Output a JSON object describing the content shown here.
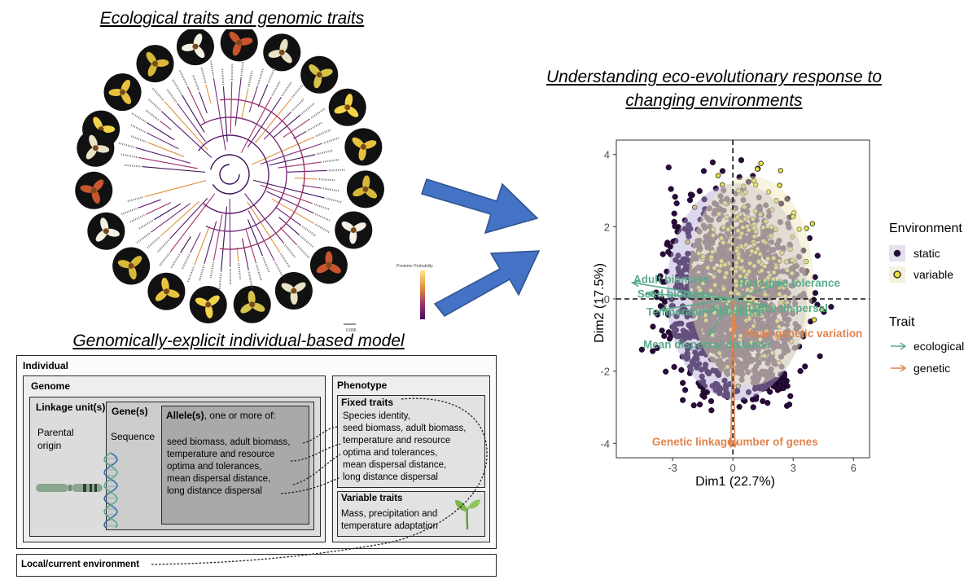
{
  "titles": {
    "ecological": "Ecological traits and genomic traits",
    "ibm": "Genomically-explicit individual-based model",
    "understanding": "Understanding eco-evolutionary response to changing environments"
  },
  "phylogeny": {
    "legend_title": "Posterior Probability",
    "scale_label": "0.006",
    "legend_colors": [
      "#fde68a",
      "#e0913a",
      "#a0306b",
      "#3b0f5a"
    ]
  },
  "model": {
    "individual": "Individual",
    "genome": "Genome",
    "linkage": "Linkage unit(s)",
    "parental": [
      "Parental",
      "origin"
    ],
    "gene": "Gene(s)",
    "sequence": "Sequence",
    "allele_bold": "Allele(s)",
    "allele_rest": ", one or more of:",
    "allele_lines": [
      "seed biomass, adult biomass,",
      "temperature and resource",
      "optima and tolerances,",
      "mean dispersal distance,",
      "long distance dispersal"
    ],
    "phenotype": "Phenotype",
    "fixed_traits": "Fixed traits",
    "fixed_lines": [
      "Species identity,",
      "seed biomass, adult biomass,",
      "temperature and resource",
      "optima and tolerances,",
      "mean dispersal distance,",
      "long distance dispersal"
    ],
    "variable_traits": "Variable traits",
    "variable_lines": [
      "Mass, precipitation and",
      "temperature adaptation"
    ],
    "environment": "Local/current environment"
  },
  "chart_data": {
    "type": "scatter",
    "xlabel": "Dim1 (22.7%)",
    "ylabel": "Dim2 (17.5%)",
    "xlim": [
      -5.8,
      6.8
    ],
    "ylim": [
      -4.4,
      4.4
    ],
    "xticks": [
      -3,
      0,
      3,
      6
    ],
    "yticks": [
      -4,
      -2,
      0,
      2,
      4
    ],
    "legend_position": "right",
    "legend": {
      "environment_title": "Environment",
      "environment_items": [
        {
          "name": "static",
          "color": "#2a0a3d"
        },
        {
          "name": "variable",
          "color": "#e8e23a"
        }
      ],
      "trait_title": "Trait",
      "trait_items": [
        {
          "name": "ecological",
          "color": "#5aab8c"
        },
        {
          "name": "genetic",
          "color": "#e0844f"
        }
      ]
    },
    "ellipses": [
      {
        "group": "static",
        "cx": 0.2,
        "cy": 0.2,
        "rx": 3.5,
        "ry": 3.0,
        "color": "#b4a6d8"
      },
      {
        "group": "variable",
        "cx": 0.9,
        "cy": 0.5,
        "rx": 3.1,
        "ry": 2.9,
        "color": "#ece7b5"
      }
    ],
    "vectors": [
      {
        "label": "Adult biomass",
        "x": -5.0,
        "y": 0.45,
        "trait": "ecological"
      },
      {
        "label": "Seed biomass",
        "x": -4.3,
        "y": 0.15,
        "trait": "ecological"
      },
      {
        "label": "Temperature tolerance",
        "x": -3.6,
        "y": -0.3,
        "trait": "ecological"
      },
      {
        "label": "Resource tolerance",
        "x": 2.5,
        "y": 0.45,
        "trait": "ecological"
      },
      {
        "label": "Long distance dispersal",
        "x": 1.7,
        "y": -0.2,
        "trait": "ecological"
      },
      {
        "label": "Mean dispersal distance",
        "x": -1.2,
        "y": -1.0,
        "trait": "ecological"
      },
      {
        "label": "Mean genetic variation",
        "x": 0.1,
        "y": -0.9,
        "trait": "genetic"
      },
      {
        "label": "Genetic linkage",
        "x": -0.1,
        "y": -4.1,
        "trait": "genetic"
      },
      {
        "label": "Number of genes",
        "x": 0.1,
        "y": -4.1,
        "trait": "genetic"
      }
    ]
  }
}
